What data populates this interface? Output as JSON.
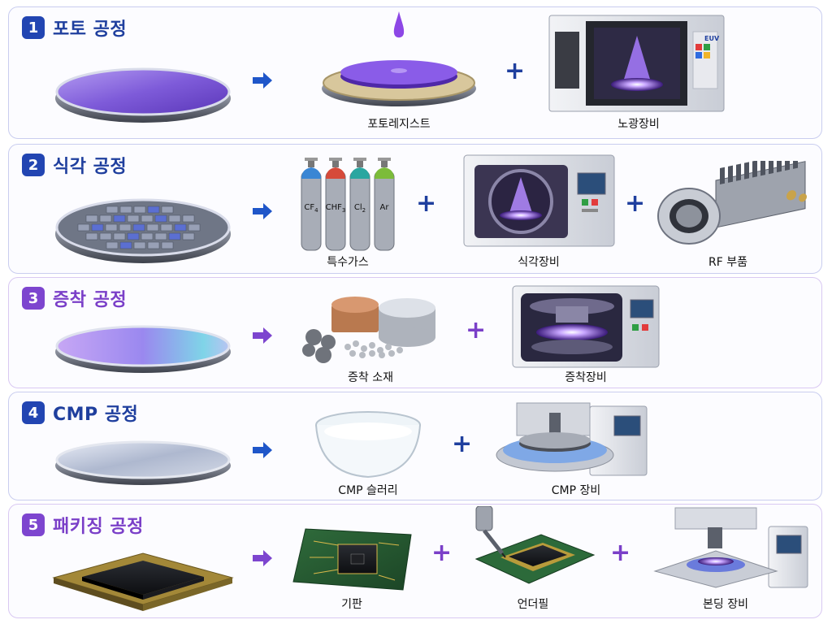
{
  "colors": {
    "blue": "#1f3f9e",
    "purple": "#7a3fc8",
    "blue_badge": "#2245b2",
    "purple_badge": "#7d45cf"
  },
  "rows": [
    {
      "number": "1",
      "title": "포토 공정",
      "theme": "blue",
      "items": [
        "포토레지스트",
        "노광장비"
      ]
    },
    {
      "number": "2",
      "title": "식각 공정",
      "theme": "blue",
      "items": [
        "특수가스",
        "식각장비",
        "RF 부품"
      ],
      "gas_labels": [
        "CF",
        "CHF",
        "Cl",
        "Ar"
      ],
      "gas_subscripts": [
        "4",
        "3",
        "2",
        ""
      ]
    },
    {
      "number": "3",
      "title": "증착 공정",
      "theme": "purple",
      "items": [
        "증착 소재",
        "증착장비"
      ]
    },
    {
      "number": "4",
      "title": "CMP 공정",
      "theme": "blue",
      "items": [
        "CMP 슬러리",
        "CMP 장비"
      ]
    },
    {
      "number": "5",
      "title": "패키징 공정",
      "theme": "purple",
      "items": [
        "기판",
        "언더필",
        "본딩 장비"
      ]
    }
  ],
  "euv_label": "EUV"
}
